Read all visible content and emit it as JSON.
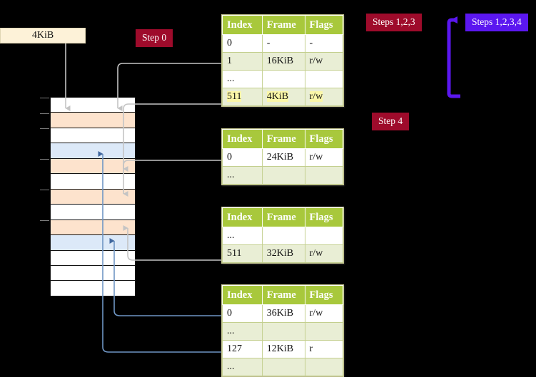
{
  "labels": {
    "steps_123": "Steps 1,2,3",
    "steps_1234": "Steps 1,2,3,4",
    "step_0": "Step 0",
    "step_4": "Step 4",
    "kib_box": "4KiB"
  },
  "colors": {
    "badge_red": "#9e0b2b",
    "badge_blue": "#5b17f0",
    "table_header": "#a8c83c",
    "table_alt_row": "#e9eed5",
    "highlight": "#fbf7a8",
    "mem_orange": "#fde3cd",
    "mem_blue": "#dce9f8",
    "kib_box_bg": "#fdf2d8",
    "arrow_gray": "#b9b9b9",
    "arrow_blue": "#6f96c4"
  },
  "memory": {
    "rows": [
      {
        "fill": "white"
      },
      {
        "fill": "orange"
      },
      {
        "fill": "white"
      },
      {
        "fill": "blue"
      },
      {
        "fill": "orange"
      },
      {
        "fill": "white"
      },
      {
        "fill": "orange"
      },
      {
        "fill": "white"
      },
      {
        "fill": "orange"
      },
      {
        "fill": "blue"
      },
      {
        "fill": "white"
      },
      {
        "fill": "white"
      },
      {
        "fill": "white"
      }
    ]
  },
  "tables": [
    {
      "id": "pml4",
      "headers": [
        "Index",
        "Frame",
        "Flags"
      ],
      "rows": [
        {
          "style": "plain",
          "cells": [
            "0",
            "-",
            "-"
          ],
          "highlight": false
        },
        {
          "style": "alt",
          "cells": [
            "1",
            "16KiB",
            "r/w"
          ],
          "highlight": false
        },
        {
          "style": "plain",
          "cells": [
            "...",
            "",
            ""
          ],
          "highlight": false
        },
        {
          "style": "alt",
          "cells": [
            "511",
            "4KiB",
            "r/w"
          ],
          "highlight": true
        }
      ]
    },
    {
      "id": "pdpt",
      "headers": [
        "Index",
        "Frame",
        "Flags"
      ],
      "rows": [
        {
          "style": "plain",
          "cells": [
            "0",
            "24KiB",
            "r/w"
          ],
          "highlight": false
        },
        {
          "style": "alt",
          "cells": [
            "...",
            "",
            ""
          ],
          "highlight": false
        }
      ]
    },
    {
      "id": "pd",
      "headers": [
        "Index",
        "Frame",
        "Flags"
      ],
      "rows": [
        {
          "style": "plain",
          "cells": [
            "...",
            "",
            ""
          ],
          "highlight": false
        },
        {
          "style": "alt",
          "cells": [
            "511",
            "32KiB",
            "r/w"
          ],
          "highlight": false
        }
      ]
    },
    {
      "id": "pt",
      "headers": [
        "Index",
        "Frame",
        "Flags"
      ],
      "rows": [
        {
          "style": "plain",
          "cells": [
            "0",
            "36KiB",
            "r/w"
          ],
          "highlight": false
        },
        {
          "style": "alt",
          "cells": [
            "...",
            "",
            ""
          ],
          "highlight": false
        },
        {
          "style": "plain",
          "cells": [
            "127",
            "12KiB",
            "r"
          ],
          "highlight": false
        },
        {
          "style": "alt",
          "cells": [
            "...",
            "",
            ""
          ],
          "highlight": false
        }
      ]
    }
  ]
}
